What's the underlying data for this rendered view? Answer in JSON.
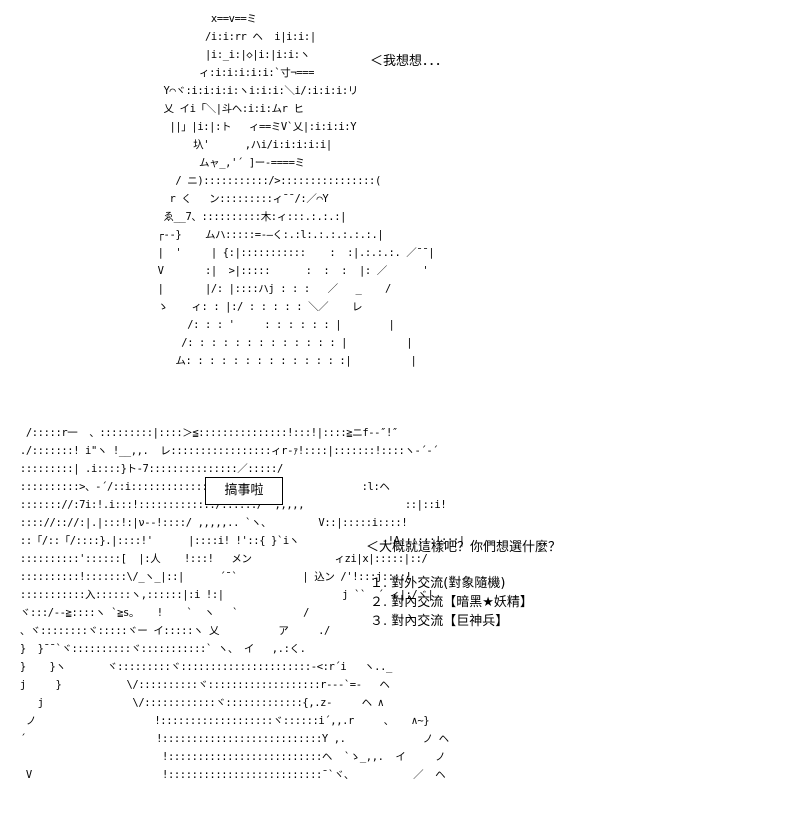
{
  "upper_panel": {
    "speech": "＜我想想．．．",
    "ascii_art": "              x==v==ミ\n             /i:i:rr ヘ  i|i:i:|\n             |i:_i:|◇|i:|i:i:ヽ\n            ィ:i:i:i:i:i:`寸¬===\n      Y⌒ヾ:i:i:i:i:ヽi:i:i:＼i/:i:i:i:リ\n      乂 イi「＼|斗ヘ:i:i:ムr ヒ\n       ||」|i:|:ト   ィ==ミV`乂|:i:i:i:Y\n           圦'      ,ハi/i:i:i:i:i|\n            ムャ_,'´ ]ー-====ミ\n        / ニ):::::::::::/>::::::::::::::::(\n       r く   ン:::::::::ィ¯¯/:／⌒Υ\n      ゑ__7、::::::::::木:ィ:::.:.:.:|\n     ┌--}    ムハ:::::=-―く:.:l:.:.:.:.:.:.|\n     |  '     | {:|:::::::::::    :  :|.:.:.:. ／¯¯|\n     V       :|  >|:::::      :  :  :  |: ／      '\n     |       |/: |::::ハj : : :   ／   _    /\n     ゝ    ィ: : |:/ : : : : : ＼／    レ\n          /: : : '     : : : : : : |        |\n         /: : : : : : : : : : : : : |          |\n        ム: : : : : : : : : : : : : :|          |"
  },
  "lower_panel": {
    "sign_text": "搞事啦",
    "speech": "＜大概就這樣吧？你們想選什麼？",
    "choices": [
      "１. 對外交流(對象隨機)",
      "２. 對內交流【暗黑★妖精】",
      "３. 對內交流【巨神兵】"
    ],
    "ascii_art": "  /:::::r一  、:::::::::|::::＞≦:::::::::::::::!:::!|::::≧ニf-‐″!″\n ./:::::::! i\"ヽ !__,,.  レ:::::::::::::::::ィr-ｧ!::::|:::::::!::::ヽ-´‐´\n :::::::::| .i::::}ト-7:::::::::::::::／:::::/\n ::::::::::>、-´/::i:::::::::::::/:::::/                   :l:ヘ\n ::::::://:7i:!.i:::!:::::::::::::/::::::/  ,,,,,                 ::|::i!\n :::://:://:|.|:::!:|ν-‐!::::/ ,,,,,.. `ヽ、        V::|:::::i::::!\n ::「/::「/::::}.|::::!'      |::::i! !'::{ }`iヽ              -!A::::::!:::|\n ::::::::::'::::::[  |:人    !:::!   メン              ィzi|x|:::::|::/\n ::::::::::!:::::::\\/_ヽ_|::|      ´¯`           | 込ン /'!:::j::::!\n :::::::::::入::::::ヽ,::::::|:i !:|                    j ``  ´ ィ|:/ヾ|\n ヾ:::/--≧::::ヽ `≧s。   !    `  ヽ   `           /\n 、ヾ::::::::ヾ:::::ヾー イ:::::ヽ 乂          ア     ./\n }  }¯¯`ヾ::::::::::ヾ:::::::::::` ヽ、 イ   ,.:く.\n }    }ヽ       ヾ:::::::::ヾ::::::::::::::::::::::-<:r´i   ヽ.._\n j     }           \\/::::::::::ヾ:::::::::::::::::::r---`=-   ヘ\n    j               \\/::::::::::::ヾ:::::::::::::{,.z-     ヘ ∧\n  ノ                    !:::::::::::::::::::ヾ::::::i´,,.r     、   ∧~}\n ´                      !:::::::::::::::::::::::::::Y ,.             ノ ヘ\n                         !::::::::::::::::::::::::::ヘ  `ゝ_,,.  イ     ノ\n  V                      !::::::::::::::::::::::::::¯`ヾ、          ／  ヘ"
  }
}
